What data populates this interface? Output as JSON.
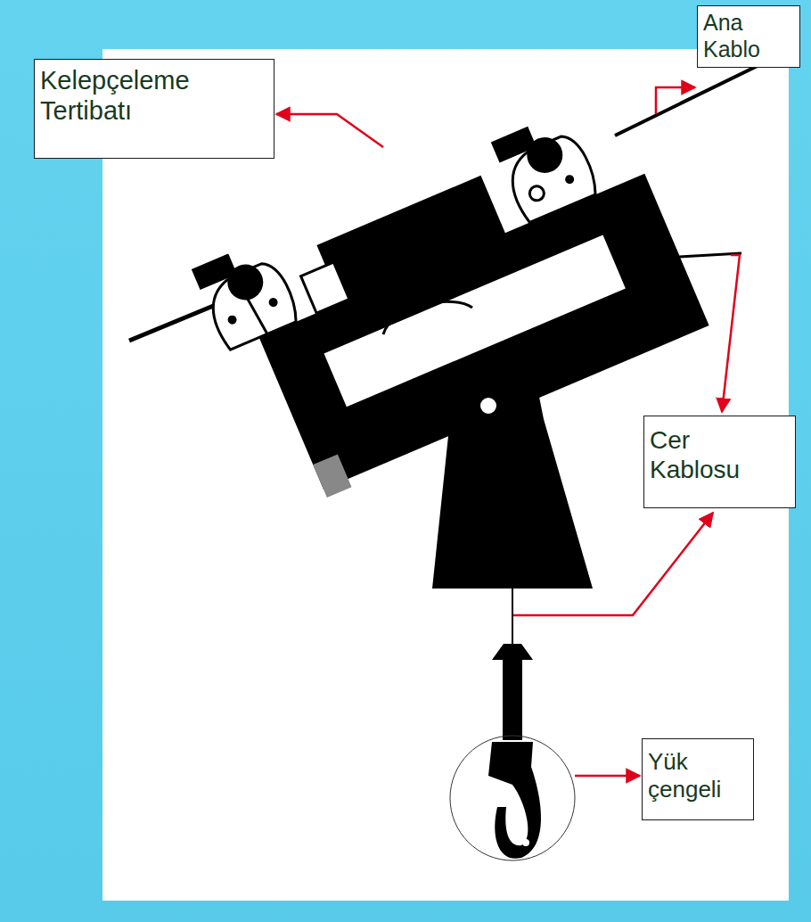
{
  "diagram": {
    "nodes": [
      {
        "text": [
          "Kelepçeleme Tertibatı"
        ]
      },
      {
        "text": [
          "Ana Kablo"
        ]
      },
      {
        "text": [
          "Cer Kablosu"
        ]
      },
      {
        "text": [
          "Yük çengeli"
        ]
      }
    ]
  }
}
